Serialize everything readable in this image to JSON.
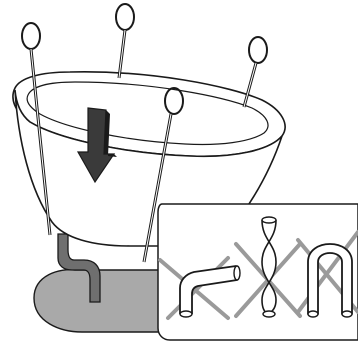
{
  "diagram": {
    "colors": {
      "line": "#1a1a1a",
      "base_fill": "#a9a9a9",
      "hose_fill": "#6f6f6f",
      "arrow_fill": "#3a3a3a",
      "panel_bg": "#ffffff",
      "cross_gray": "#9a9a9a"
    },
    "icons": {
      "lifting_straps": "lifting-strap-icon",
      "downward_arrow": "down-arrow-icon",
      "hose_kink_warning": "no-kinked-hose-icon",
      "hose_twist_warning": "no-twisted-hose-icon",
      "hose_loop_warning": "no-looped-hose-icon"
    },
    "detail_panel": {
      "warnings": [
        {
          "name": "bent-hose",
          "icon": "no-kinked-hose-icon"
        },
        {
          "name": "twisted-hose",
          "icon": "no-twisted-hose-icon"
        },
        {
          "name": "looped-hose",
          "icon": "no-looped-hose-icon"
        }
      ]
    }
  }
}
